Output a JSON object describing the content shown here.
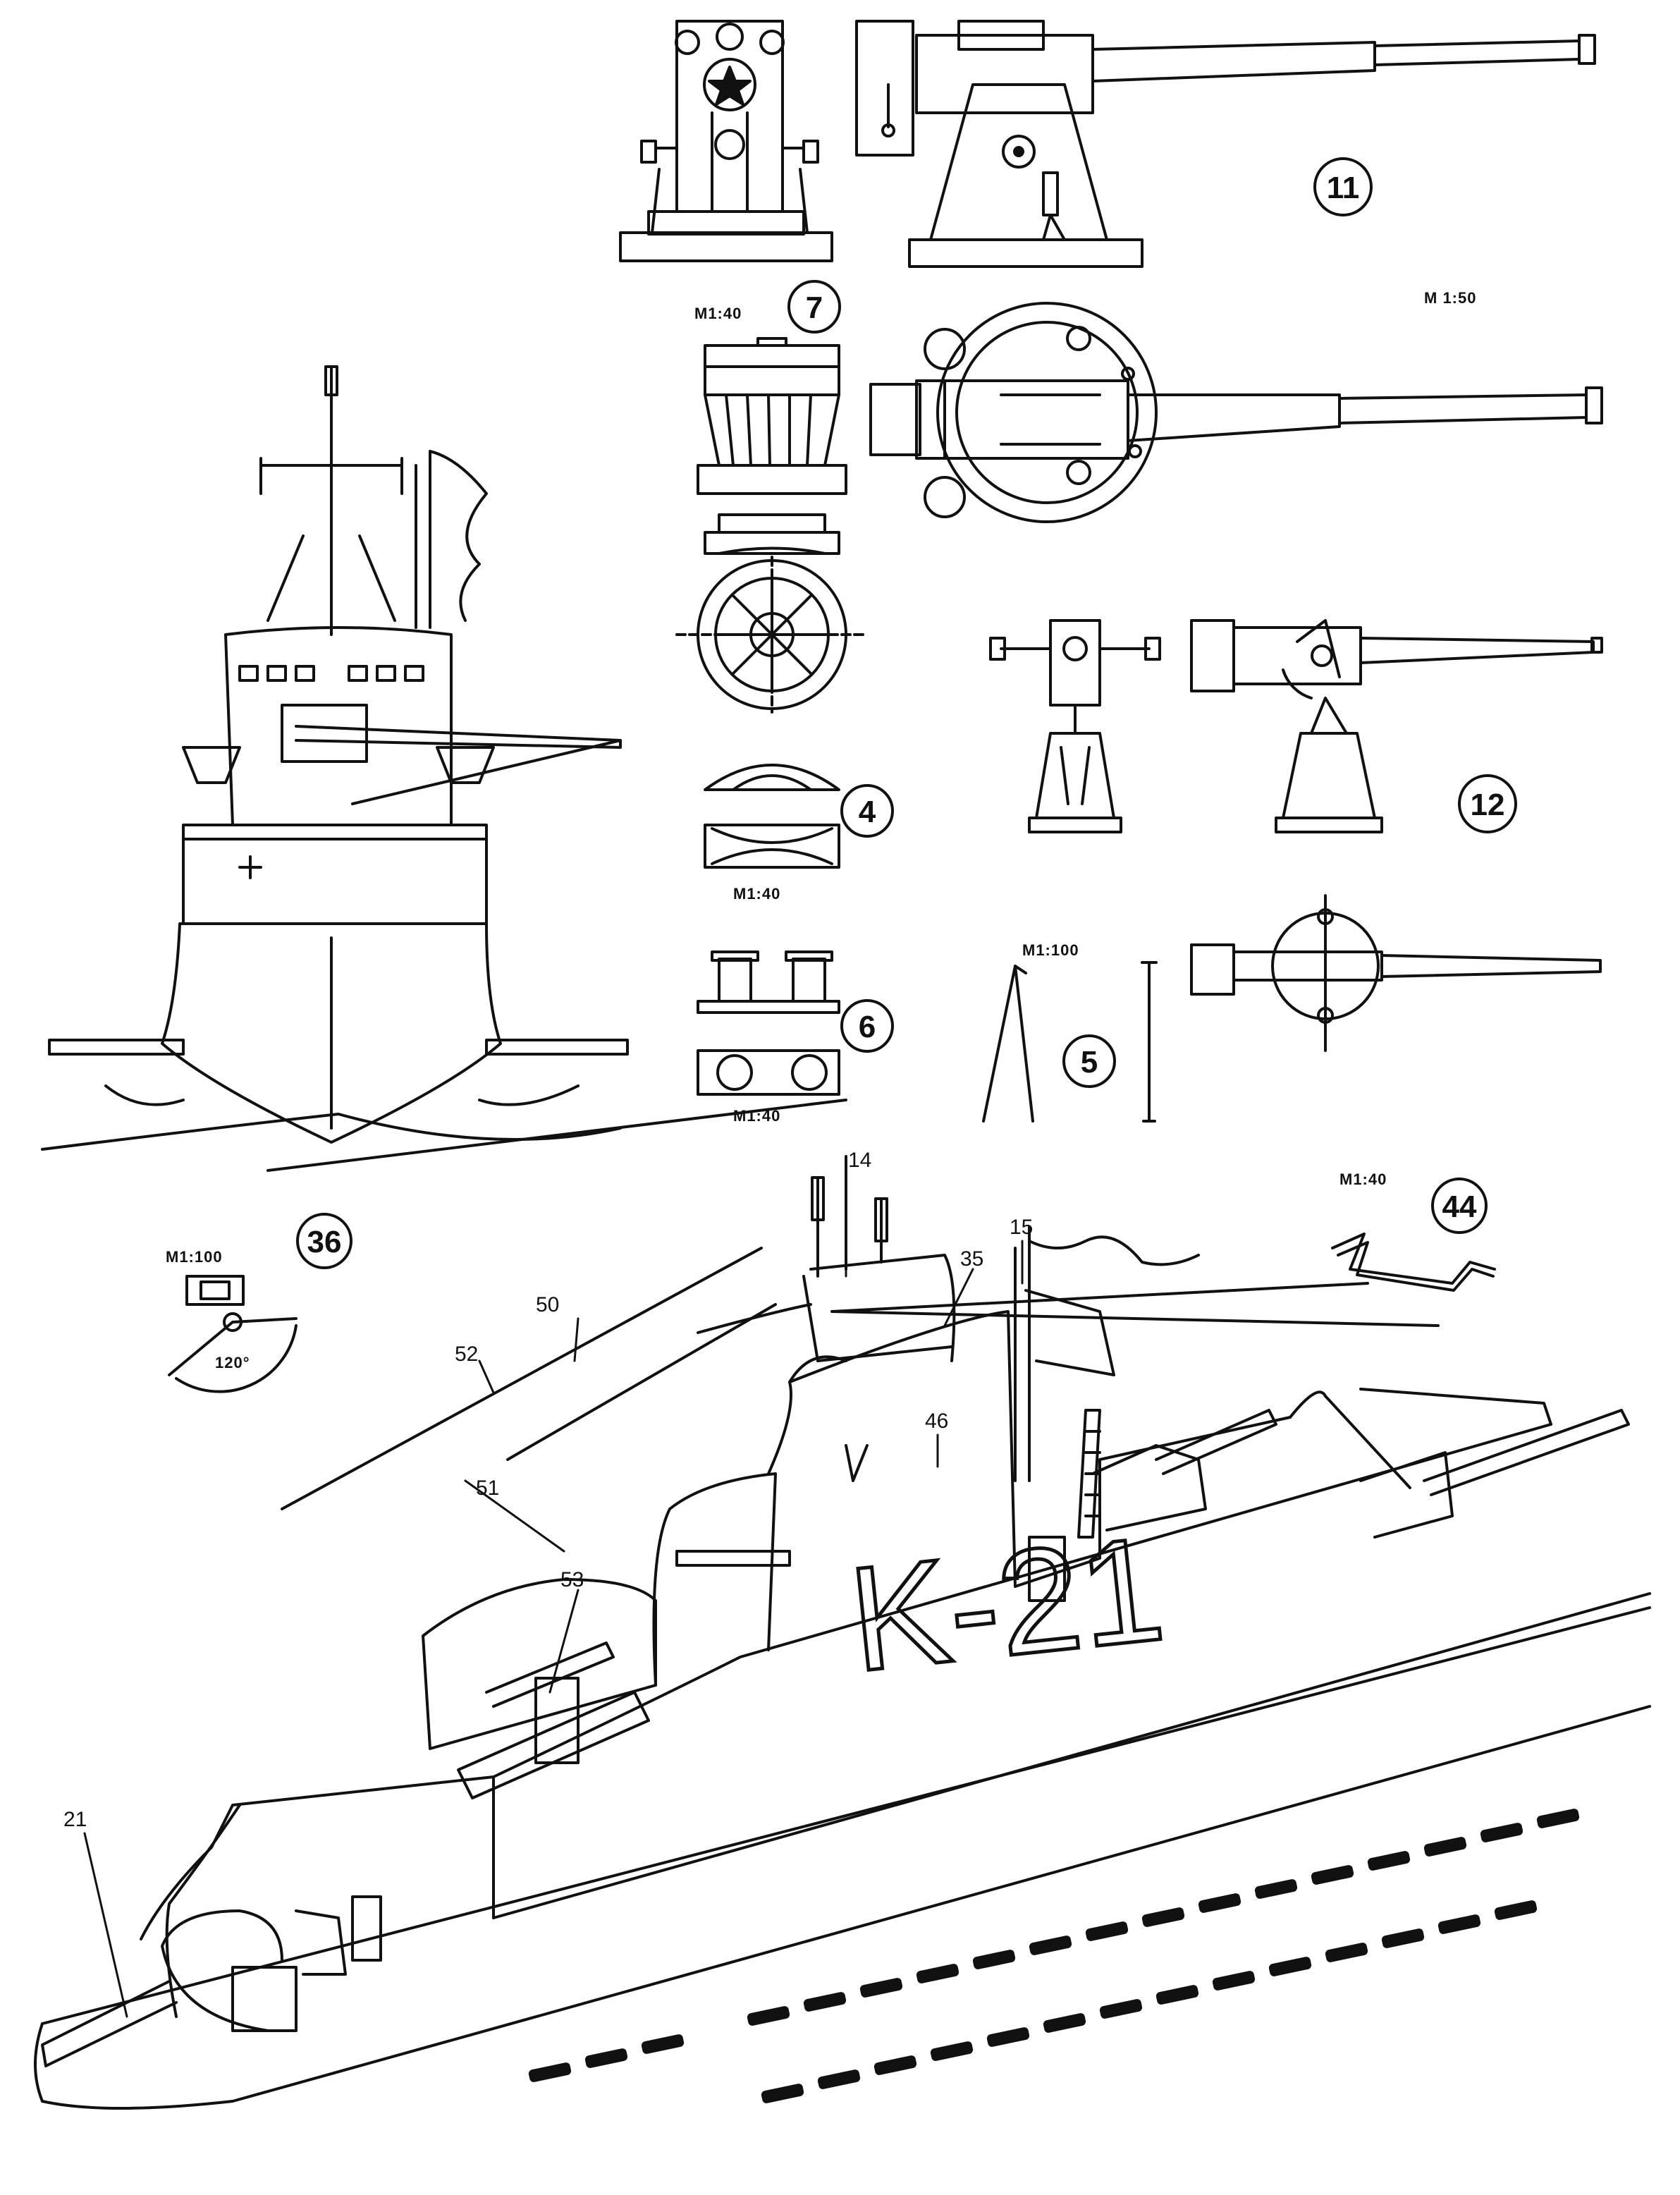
{
  "hull_number": "K-21",
  "parts": [
    {
      "id": "gun-11",
      "number": "11",
      "scale": "M 1:50"
    },
    {
      "id": "gun-12",
      "number": "12",
      "scale": ""
    },
    {
      "id": "capstan-7",
      "number": "7",
      "scale": "M1:40"
    },
    {
      "id": "fitting-4",
      "number": "4",
      "scale": "M1:40"
    },
    {
      "id": "bollard-6",
      "number": "6",
      "scale": "M1:40"
    },
    {
      "id": "stanchion-5",
      "number": "5",
      "scale": "M1:100"
    },
    {
      "id": "handle-44",
      "number": "44",
      "scale": "M1:40"
    },
    {
      "id": "sector-36",
      "number": "36",
      "scale": "M1:100"
    }
  ],
  "sector_angle": "120°",
  "callouts": [
    "14",
    "15",
    "35",
    "46",
    "50",
    "51",
    "52",
    "53",
    "21"
  ]
}
